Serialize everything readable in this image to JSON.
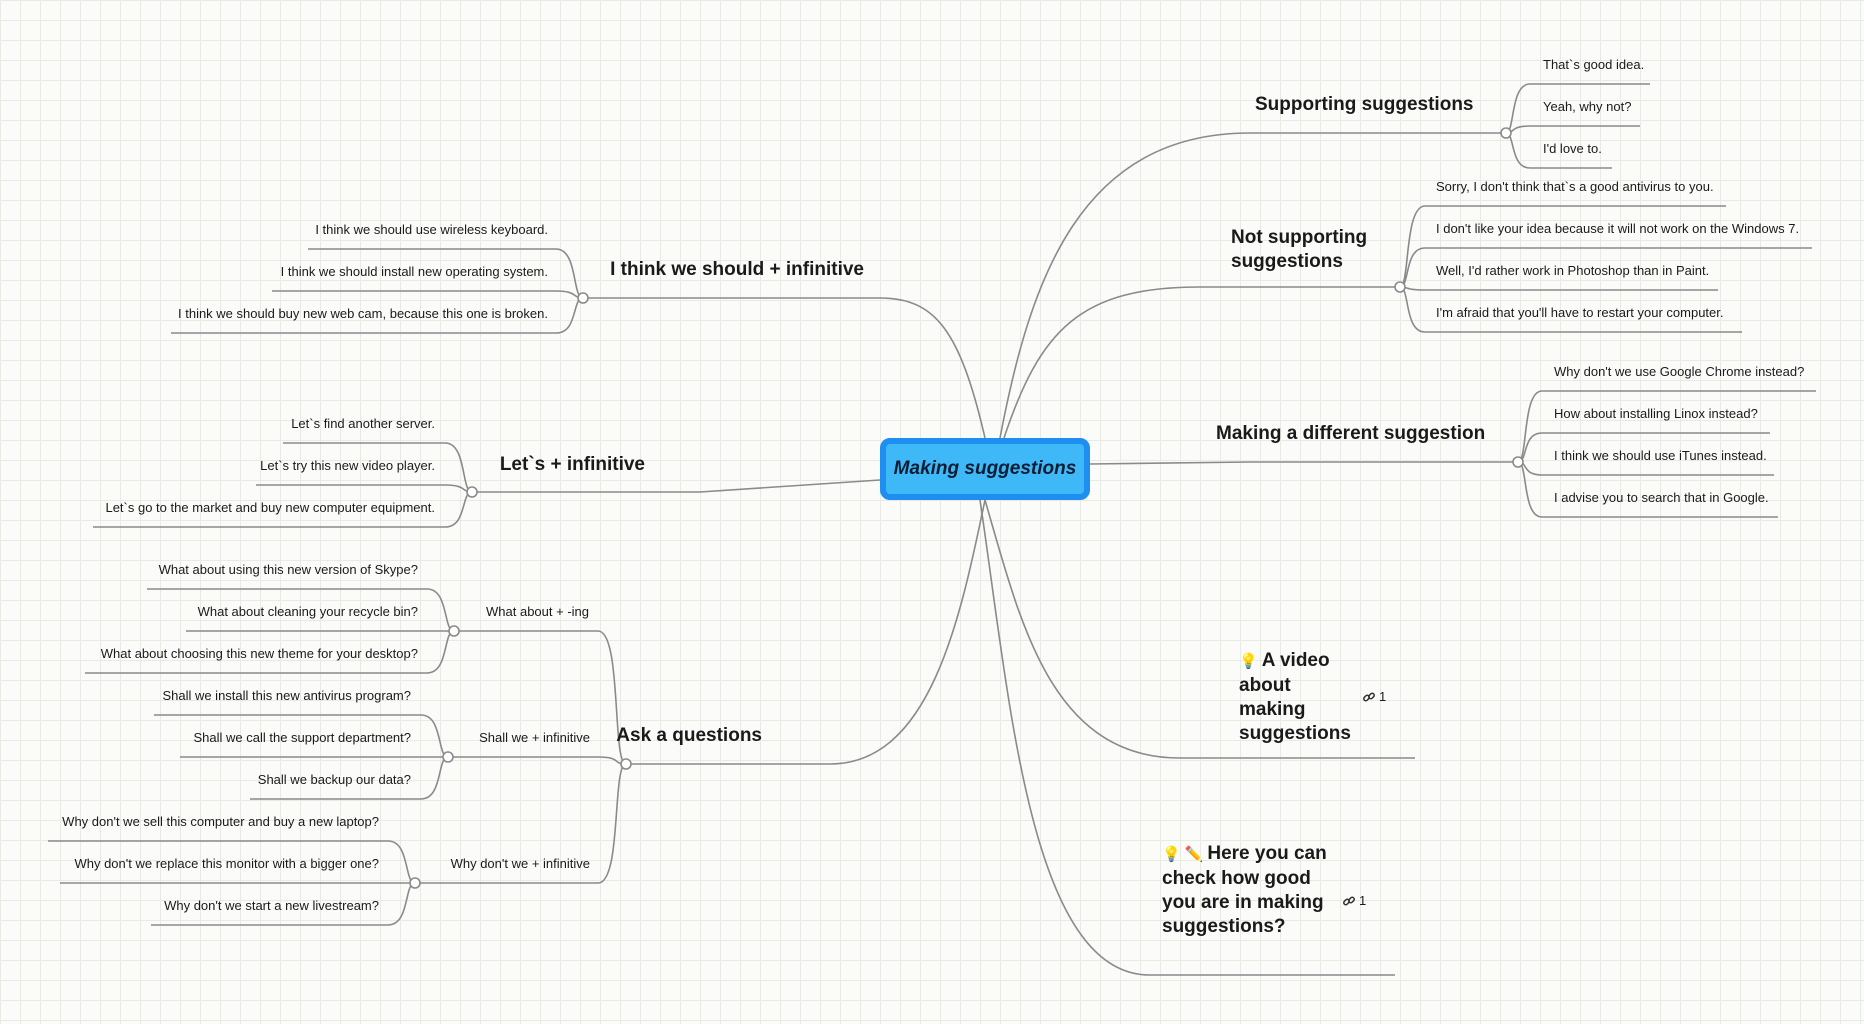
{
  "central": "Making suggestions",
  "branches": {
    "supporting": {
      "title": "Supporting suggestions",
      "items": [
        "That`s good idea.",
        "Yeah, why not?",
        "I'd love to."
      ]
    },
    "not_supporting": {
      "title": "Not supporting suggestions",
      "items": [
        "Sorry, I don't think that`s a good antivirus to you.",
        "I don't like your idea because it will not work on the Windows 7.",
        "Well, I'd rather work in Photoshop than in Paint.",
        "I'm afraid  that you'll have to restart your computer."
      ]
    },
    "different": {
      "title": "Making a different suggestion",
      "items": [
        "Why don't we use Google Chrome instead?",
        "How about installing Linox instead?",
        "I think we should use iTunes instead.",
        "I advise you to search that in Google."
      ]
    },
    "video": {
      "title": "A video about making suggestions",
      "link_count": "1",
      "icons": [
        "lightbulb-icon"
      ]
    },
    "check": {
      "title": "Here you can check how good you are in making suggestions?",
      "link_count": "1",
      "icons": [
        "lightbulb-icon",
        "pencil-icon"
      ]
    },
    "think": {
      "title": "I think we should + infinitive",
      "items": [
        "I think we should use wireless keyboard.",
        "I think we should install new operating system.",
        "I think we should buy new web cam, because this one is broken."
      ]
    },
    "lets": {
      "title": "Let`s + infinitive",
      "items": [
        "Let`s find another server.",
        "Let`s try this new video player.",
        "Let`s go to the market and buy new computer equipment."
      ]
    },
    "ask": {
      "title": "Ask a questions",
      "groups": [
        {
          "title": "What about + -ing",
          "items": [
            "What about using this new version of Skype?",
            "What about cleaning your recycle bin?",
            "What about choosing this new theme for your desktop?"
          ]
        },
        {
          "title": "Shall we + infinitive",
          "items": [
            "Shall we install this new antivirus program?",
            "Shall we call the support department?",
            "Shall we backup our data?"
          ]
        },
        {
          "title": "Why don't we + infinitive",
          "items": [
            "Why don't we sell this computer and buy a new laptop?",
            "Why don't we replace this monitor with a bigger one?",
            "Why don't we start a new livestream?"
          ]
        }
      ]
    }
  },
  "colors": {
    "connector": "#8a8a8a",
    "central_fill": "#3fb8f8",
    "central_border": "#1e8ef0",
    "grid": "#e7ebe2"
  }
}
